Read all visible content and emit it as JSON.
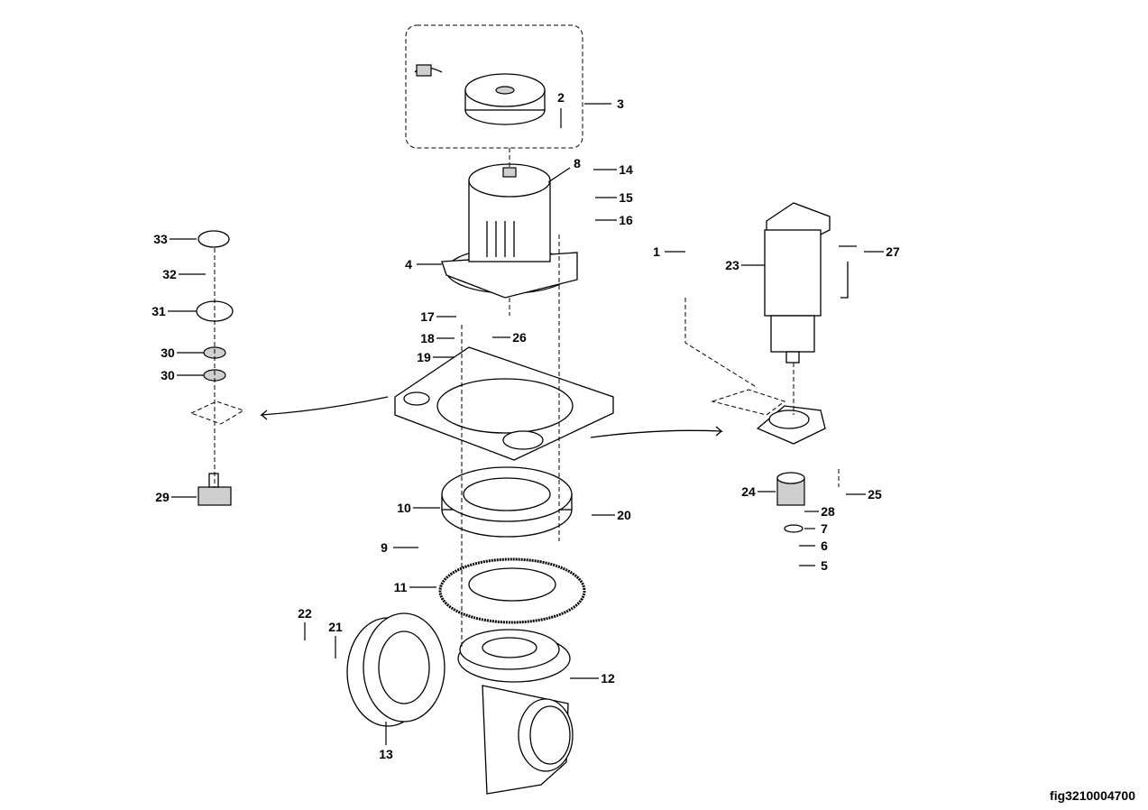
{
  "figure_id": "fig3210004700",
  "callouts": [
    "2",
    "3",
    "8",
    "14",
    "15",
    "16",
    "4",
    "1",
    "23",
    "27",
    "33",
    "32",
    "31",
    "30",
    "30",
    "17",
    "18",
    "19",
    "26",
    "29",
    "10",
    "20",
    "9",
    "24",
    "25",
    "28",
    "7",
    "6",
    "5",
    "11",
    "12",
    "22",
    "21",
    "13"
  ]
}
